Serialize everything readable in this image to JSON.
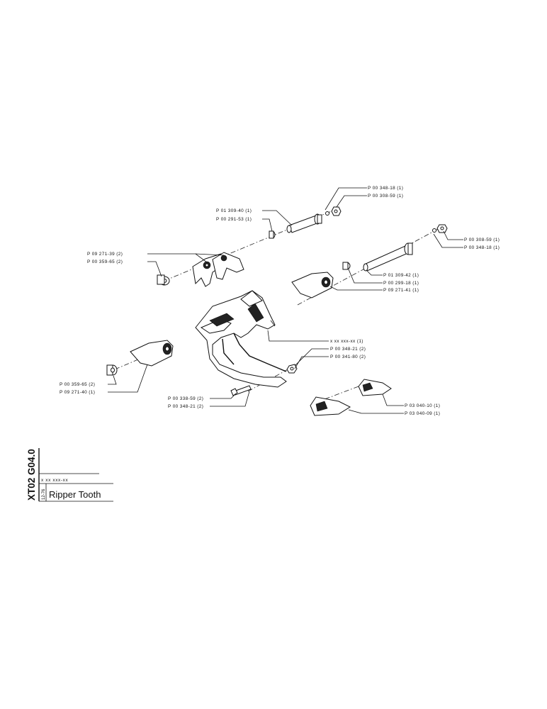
{
  "title_block": {
    "drawing_no": "XT02 G04.0",
    "ref_code": "x xx xxx-xx",
    "date": "12-76",
    "title": "Ripper Tooth"
  },
  "callouts": {
    "c1": "P 00 348-18 (1)",
    "c2": "P 00 308-59 (1)",
    "c3": "P 01 309-40 (1)",
    "c4": "P 00 291-53 (1)",
    "c5": "P 09 271-39 (2)",
    "c6": "P 00 359-65 (2)",
    "c7": "P 00 308-59 (1)",
    "c8": "P 00 348-18 (1)",
    "c9": "P 01 309-42 (1)",
    "c10": "P 00 299-18 (1)",
    "c11": "P 09 271-41 (1)",
    "c12": "x xx xxx-xx (1)",
    "c13": "P 00 348-21 (2)",
    "c14": "P 00 341-80 (2)",
    "c15": "P 00 359-65 (2)",
    "c16": "P 09 271-40 (1)",
    "c17": "P 00 338-59 (2)",
    "c18": "P 00 348-21 (2)",
    "c19": "P 03 040-10 (1)",
    "c20": "P 03 040-09 (1)"
  }
}
